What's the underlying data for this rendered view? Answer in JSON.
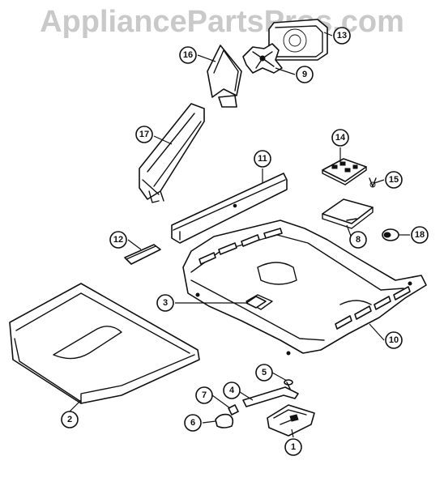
{
  "watermark": "AppliancePartsPros.com",
  "callouts": [
    {
      "id": "callout-1",
      "label": "1"
    },
    {
      "id": "callout-2",
      "label": "2"
    },
    {
      "id": "callout-3",
      "label": "3"
    },
    {
      "id": "callout-4",
      "label": "4"
    },
    {
      "id": "callout-5",
      "label": "5"
    },
    {
      "id": "callout-6",
      "label": "6"
    },
    {
      "id": "callout-7",
      "label": "7"
    },
    {
      "id": "callout-8",
      "label": "8"
    },
    {
      "id": "callout-9",
      "label": "9"
    },
    {
      "id": "callout-10",
      "label": "10"
    },
    {
      "id": "callout-11",
      "label": "11"
    },
    {
      "id": "callout-12",
      "label": "12"
    },
    {
      "id": "callout-13",
      "label": "13"
    },
    {
      "id": "callout-14",
      "label": "14"
    },
    {
      "id": "callout-15",
      "label": "15"
    },
    {
      "id": "callout-16",
      "label": "16"
    },
    {
      "id": "callout-17",
      "label": "17"
    },
    {
      "id": "callout-18",
      "label": "18"
    }
  ]
}
